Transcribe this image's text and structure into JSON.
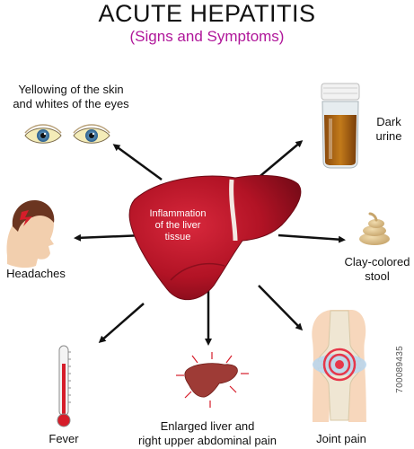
{
  "title": "ACUTE HEPATITIS",
  "subtitle": "(Signs and Symptoms)",
  "center_label": [
    "Inflammation",
    "of the liver",
    "tissue"
  ],
  "symptoms": {
    "eyes": [
      "Yellowing of the skin",
      "and whites of the eyes"
    ],
    "urine": [
      "Dark",
      "urine"
    ],
    "headache": [
      "Headaches"
    ],
    "stool": [
      "Clay-colored",
      "stool"
    ],
    "fever": [
      "Fever"
    ],
    "enlarged_liver": [
      "Enlarged liver and",
      "right upper abdominal pain"
    ],
    "joint": [
      "Joint pain"
    ]
  },
  "stock_id": "700089435",
  "colors": {
    "title": "#111111",
    "subtitle": "#b0179a",
    "liver": "#c0162b",
    "arrow": "#111111"
  },
  "icons": [
    "eyes-icon",
    "urine-jar-icon",
    "head-icon",
    "stool-icon",
    "thermometer-icon",
    "small-liver-icon",
    "knee-joint-icon",
    "liver-icon"
  ]
}
